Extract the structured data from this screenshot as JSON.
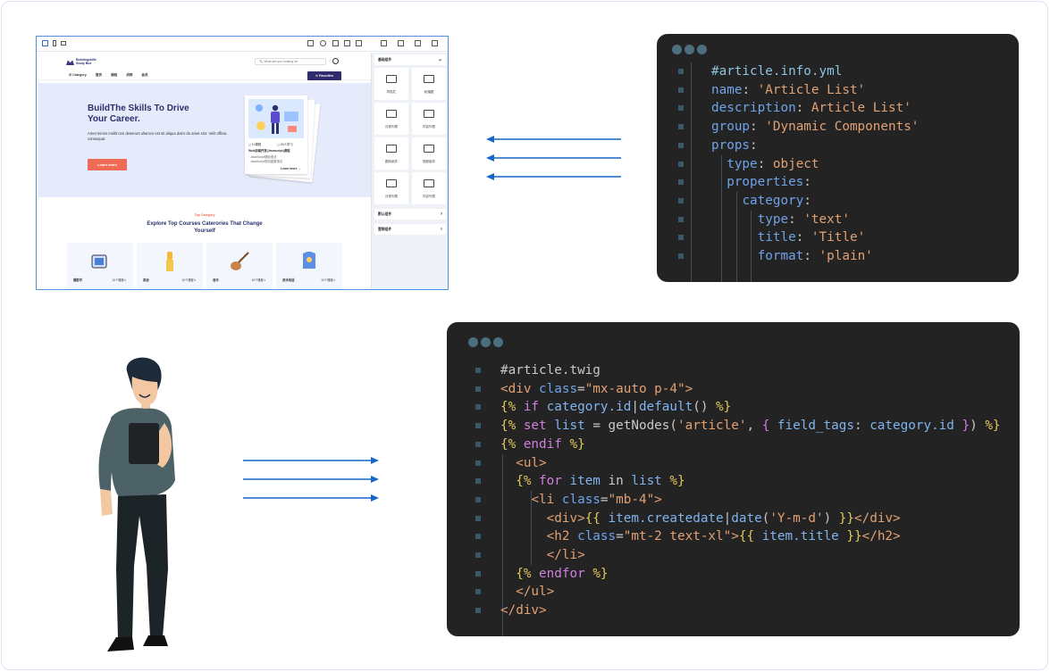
{
  "builder": {
    "site": {
      "logo_line1": "Buildingskills",
      "logo_line2": "Study Bus",
      "search_placeholder": "What are you looking for",
      "nav": [
        "☰ Category",
        "首页",
        "课程",
        "讲师",
        "会员"
      ],
      "register_label": "☆ Favorites",
      "hero_title": "BuildThe Skills To Drive Your Career.",
      "hero_sub": "Amet minim mollit non deserunt ullamco est sit aliqua dolor do amet sint. Velit officia consequat.",
      "hero_button": "Learn more",
      "card_tag1": "◻ 10课程",
      "card_tag2": "◻ 30人学习",
      "card_title": "Web前端开发(Javascript)课程",
      "card_line1": "· JavaScript基础语法",
      "card_line2": "· JavaScript常用函数用法",
      "card_more": "Learn more →",
      "section_tag": "Top Category",
      "section_title": "Explore Top Courses Caterories That Change Yourself",
      "categories": [
        {
          "label": "摄影学",
          "count": "10个课程 ▾"
        },
        {
          "label": "美妆",
          "count": "10个课程 ▾"
        },
        {
          "label": "音乐",
          "count": "10个课程 ▾"
        },
        {
          "label": "武术英语",
          "count": "10个课程 ▾"
        }
      ]
    },
    "panel": {
      "section1": "基础组件",
      "tiles": [
        "导航栏",
        "轮播图",
        "分类列表",
        "内容列表",
        "图库组件",
        "视频组件",
        "分类列表",
        "内容列表"
      ],
      "section2": "默认组件",
      "section3": "营销组件"
    }
  },
  "yaml_code": [
    [
      [
        "cm",
        "#article.info.yml"
      ]
    ],
    [
      [
        "k",
        "name"
      ],
      [
        "c",
        ": "
      ],
      [
        "s",
        "'Article List'"
      ]
    ],
    [
      [
        "k",
        "description"
      ],
      [
        "c",
        ": "
      ],
      [
        "s",
        "Article List'"
      ]
    ],
    [
      [
        "k",
        "group"
      ],
      [
        "c",
        ": "
      ],
      [
        "s",
        "'Dynamic Components'"
      ]
    ],
    [
      [
        "k",
        "props"
      ],
      [
        "c",
        ":"
      ]
    ],
    [
      [
        "c",
        "  "
      ],
      [
        "k",
        "type"
      ],
      [
        "c",
        ": "
      ],
      [
        "s",
        "object"
      ]
    ],
    [
      [
        "c",
        "  "
      ],
      [
        "k",
        "properties"
      ],
      [
        "c",
        ":"
      ]
    ],
    [
      [
        "c",
        "    "
      ],
      [
        "k",
        "category"
      ],
      [
        "c",
        ":"
      ]
    ],
    [
      [
        "c",
        "      "
      ],
      [
        "k",
        "type"
      ],
      [
        "c",
        ": "
      ],
      [
        "s",
        "'text'"
      ]
    ],
    [
      [
        "c",
        "      "
      ],
      [
        "k",
        "title"
      ],
      [
        "c",
        ": "
      ],
      [
        "s",
        "'Title'"
      ]
    ],
    [
      [
        "c",
        "      "
      ],
      [
        "k",
        "format"
      ],
      [
        "c",
        ": "
      ],
      [
        "s",
        "'plain'"
      ]
    ]
  ],
  "twig_code": [
    [
      [
        "c",
        "#article.twig"
      ]
    ],
    [
      [
        "s",
        "<div "
      ],
      [
        "k",
        "class"
      ],
      [
        "c",
        "="
      ],
      [
        "s",
        "\"mx-auto p-4\">"
      ]
    ],
    [
      [
        "y",
        "{% "
      ],
      [
        "pk",
        "if "
      ],
      [
        "bl",
        "category.id"
      ],
      [
        "c",
        "|"
      ],
      [
        "bl",
        "default"
      ],
      [
        "c",
        "() "
      ],
      [
        "y",
        "%}"
      ]
    ],
    [
      [
        "y",
        "{% "
      ],
      [
        "pk",
        "set "
      ],
      [
        "bl",
        "list "
      ],
      [
        "c",
        "= getNodes("
      ],
      [
        "s",
        "'article'"
      ],
      [
        "c",
        ", "
      ],
      [
        "pk",
        "{ "
      ],
      [
        "bl",
        "field_tags"
      ],
      [
        "c",
        ": "
      ],
      [
        "bl",
        "category.id "
      ],
      [
        "pk",
        "}"
      ],
      [
        "c",
        ") "
      ],
      [
        "y",
        "%}"
      ]
    ],
    [
      [
        "y",
        "{% "
      ],
      [
        "pk",
        "endif "
      ],
      [
        "y",
        "%}"
      ]
    ],
    [
      [
        "c",
        "  "
      ],
      [
        "s",
        "<ul>"
      ]
    ],
    [
      [
        "c",
        "  "
      ],
      [
        "y",
        "{% "
      ],
      [
        "pk",
        "for "
      ],
      [
        "bl",
        "item "
      ],
      [
        "c",
        "in "
      ],
      [
        "bl",
        "list "
      ],
      [
        "y",
        "%}"
      ]
    ],
    [
      [
        "c",
        "    "
      ],
      [
        "s",
        "<li "
      ],
      [
        "k",
        "class"
      ],
      [
        "c",
        "="
      ],
      [
        "s",
        "\"mb-4\">"
      ]
    ],
    [
      [
        "c",
        "      "
      ],
      [
        "s",
        "<div>"
      ],
      [
        "y",
        "{{ "
      ],
      [
        "bl",
        "item.createdate"
      ],
      [
        "c",
        "|"
      ],
      [
        "bl",
        "date"
      ],
      [
        "c",
        "("
      ],
      [
        "s",
        "'Y-m-d'"
      ],
      [
        "c",
        ") "
      ],
      [
        "y",
        "}}"
      ],
      [
        "s",
        "</div>"
      ]
    ],
    [
      [
        "c",
        "      "
      ],
      [
        "s",
        "<h2 "
      ],
      [
        "k",
        "class"
      ],
      [
        "c",
        "="
      ],
      [
        "s",
        "\"mt-2 text-xl\">"
      ],
      [
        "y",
        "{{ "
      ],
      [
        "bl",
        "item.title "
      ],
      [
        "y",
        "}}"
      ],
      [
        "s",
        "</h2>"
      ]
    ],
    [
      [
        "c",
        "      "
      ],
      [
        "s",
        "</li>"
      ]
    ],
    [
      [
        "c",
        "  "
      ],
      [
        "y",
        "{% "
      ],
      [
        "pk",
        "endfor "
      ],
      [
        "y",
        "%}"
      ]
    ],
    [
      [
        "c",
        "  "
      ],
      [
        "s",
        "</ul>"
      ]
    ],
    [
      [
        "s",
        "</div>"
      ]
    ]
  ],
  "colors": {
    "accent_blue": "#1766c9",
    "code_bg": "#232323",
    "hero_bg": "#e6ebfb",
    "cta": "#ef6b56"
  }
}
